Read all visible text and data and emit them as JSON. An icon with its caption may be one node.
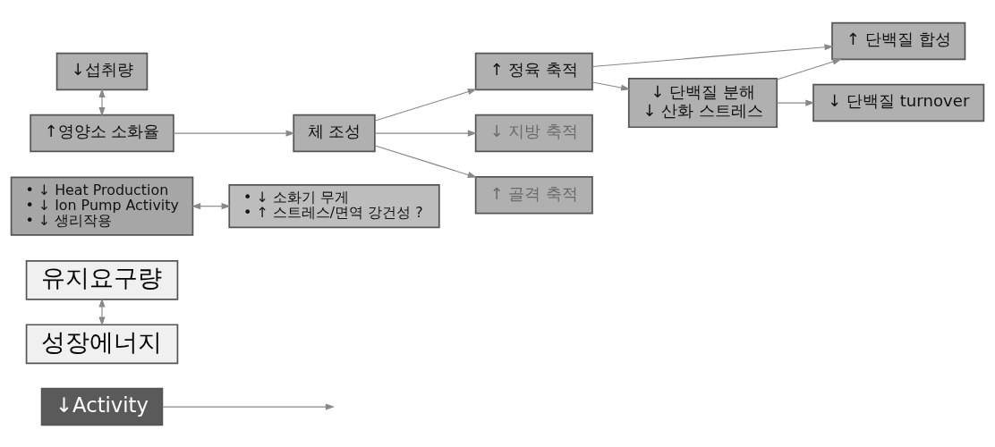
{
  "diagram": {
    "nodes": [
      {
        "text": [
          "↓Activity"
        ]
      },
      {
        "text": [
          "유지요구량"
        ]
      },
      {
        "text": [
          "성장에너지"
        ]
      },
      {
        "text": [
          "• ↓ Heat Production",
          "• ↓ Ion Pump Activity",
          "• ↓ 생리작용"
        ]
      },
      {
        "text": [
          "• ↓ 소화기 무게",
          "• ↑ 스트레스/면역 강건성 ?"
        ]
      },
      {
        "text": [
          "↓섭취량"
        ]
      },
      {
        "text": [
          "↑영양소 소화율"
        ]
      },
      {
        "text": [
          "체 조성"
        ]
      },
      {
        "text": [
          "↑ 정육 축적"
        ]
      },
      {
        "text": [
          "↓ 지방 축적"
        ]
      },
      {
        "text": [
          "↑ 골격 축적"
        ]
      },
      {
        "text": [
          "↑ 단백질 합성"
        ]
      },
      {
        "text": [
          "↓ 단백질 분해",
          "↓ 산화 스트레스"
        ]
      },
      {
        "text": [
          "↓ 단백질 turnover"
        ]
      }
    ],
    "edges": [
      {
        "from": 0,
        "to": null,
        "arrow": "to"
      },
      {
        "from": 1,
        "to": 2,
        "arrow": "both"
      },
      {
        "from": 3,
        "to": 4,
        "arrow": "both"
      },
      {
        "from": 5,
        "to": 6,
        "arrow": "both"
      },
      {
        "from": 6,
        "to": 7,
        "arrow": "to"
      },
      {
        "from": 7,
        "to": 8,
        "arrow": "to"
      },
      {
        "from": 7,
        "to": 9,
        "arrow": "to"
      },
      {
        "from": 7,
        "to": 10,
        "arrow": "to"
      },
      {
        "from": 8,
        "to": 11,
        "arrow": "to"
      },
      {
        "from": 8,
        "to": 12,
        "arrow": "to"
      },
      {
        "from": 12,
        "to": 11,
        "arrow": "to"
      },
      {
        "from": 12,
        "to": 13,
        "arrow": "to"
      }
    ]
  }
}
